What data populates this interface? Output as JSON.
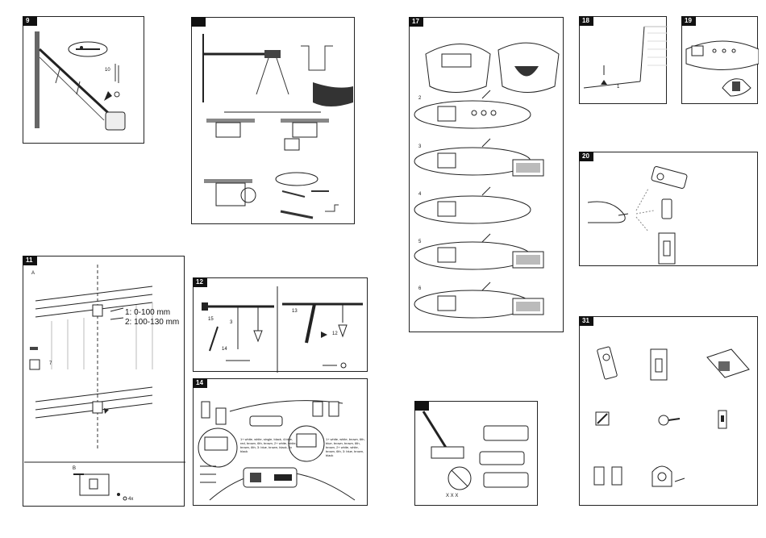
{
  "panels": {
    "p9": {
      "number": "9",
      "label_10": "10"
    },
    "pX1": {
      "number": ""
    },
    "p11": {
      "number": "11",
      "label_a": "A",
      "label_b": "B",
      "label_7": "7",
      "range_1": "1: 0-100 mm",
      "range_2": "2: 100-130 mm",
      "label_4x": "4x"
    },
    "p12": {
      "number": "12",
      "label_15": "15",
      "label_3": "3",
      "label_14": "14",
      "label_13": "13",
      "label_12": "12"
    },
    "p14": {
      "number": "14",
      "wiring_left": "1+ white, white, single, black, 4:blue, red, brown, 6th, brown, 2+ white, white, brown, 6th, 3: blue, brown, black, 4x black",
      "wiring_right": "1+ white, white, brown, 6th, blue, brown, brown, 6th, brown, 2+ white, white, brown, 6th, 3: blue, brown, black"
    },
    "p17": {
      "number": "17",
      "step_2": "2",
      "step_3": "3",
      "step_4": "4",
      "step_5": "5",
      "step_6": "6"
    },
    "pX2": {
      "number": "",
      "marks": "X X X"
    },
    "p18": {
      "number": "18",
      "label_1": "1"
    },
    "p19": {
      "number": "19"
    },
    "p20": {
      "number": "20"
    },
    "p31": {
      "number": "31"
    }
  }
}
